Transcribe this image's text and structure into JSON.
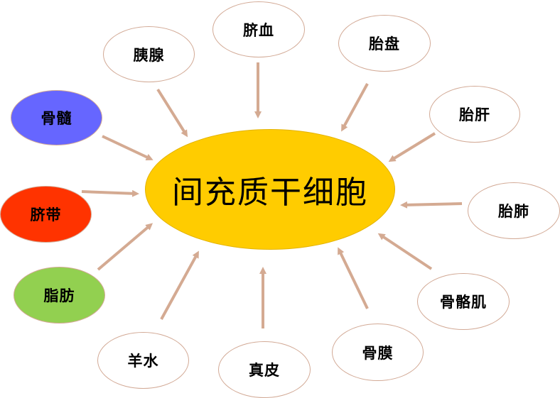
{
  "diagram": {
    "center": {
      "label": "间充质干细胞",
      "color": "#FFCC00"
    },
    "arrow_color": "#D4AA92",
    "node_border_color": "#D2A995",
    "sources": [
      {
        "id": "gusui",
        "label": "骨髓",
        "fill": "#6666FF"
      },
      {
        "id": "yixian",
        "label": "胰腺",
        "fill": "#FFFFFF"
      },
      {
        "id": "qixue",
        "label": "脐血",
        "fill": "#FFFFFF"
      },
      {
        "id": "taipan",
        "label": "胎盘",
        "fill": "#FFFFFF"
      },
      {
        "id": "taigan",
        "label": "胎肝",
        "fill": "#FFFFFF"
      },
      {
        "id": "taifei",
        "label": "胎肺",
        "fill": "#FFFFFF"
      },
      {
        "id": "gugeji",
        "label": "骨骼肌",
        "fill": "#FFFFFF"
      },
      {
        "id": "gumo",
        "label": "骨膜",
        "fill": "#FFFFFF"
      },
      {
        "id": "zhenpi",
        "label": "真皮",
        "fill": "#FFFFFF"
      },
      {
        "id": "yangshui",
        "label": "羊水",
        "fill": "#FFFFFF"
      },
      {
        "id": "zhifang",
        "label": "脂肪",
        "fill": "#92D050"
      },
      {
        "id": "qidai",
        "label": "脐带",
        "fill": "#FF3300"
      }
    ]
  }
}
